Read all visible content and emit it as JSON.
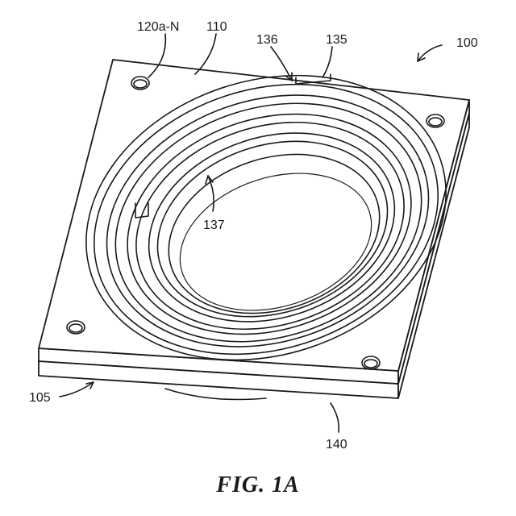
{
  "labels": {
    "device": "100",
    "base_plate": "105",
    "top_plate": "110",
    "holes": "120a-N",
    "channel_end": "135",
    "channel": "136",
    "spiral_inner": "137",
    "bottom_layer": "140"
  },
  "caption": "FIG. 1A"
}
